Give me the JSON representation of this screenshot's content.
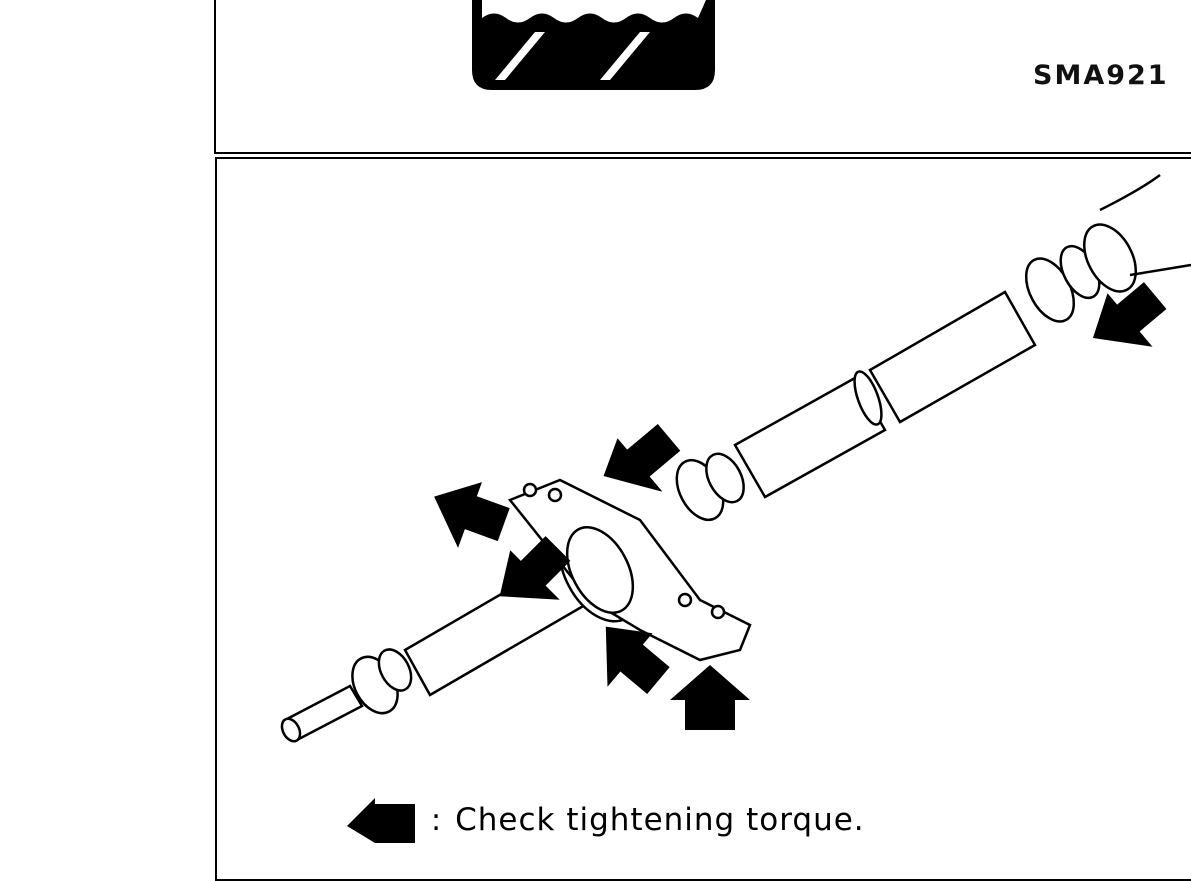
{
  "top_figure": {
    "figure_code": "SMA921",
    "icon": "liquid-container-icon"
  },
  "bottom_figure": {
    "illustration": "propeller-shaft-with-center-bearing",
    "legend": {
      "icon": "arrow-left-icon",
      "separator": ":",
      "text": "Check tightening torque."
    }
  }
}
